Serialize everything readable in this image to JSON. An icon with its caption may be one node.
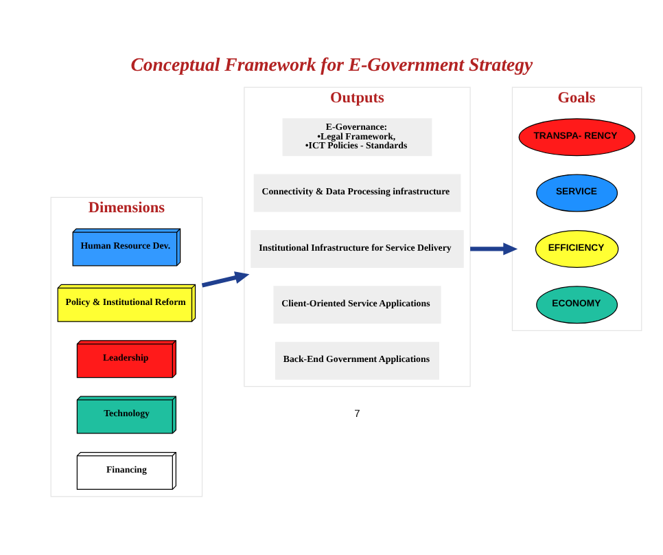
{
  "diagram": {
    "title": "Conceptual Framework for E-Government Strategy",
    "nodes": [
      {
        "text": [
          "Dimensions"
        ]
      },
      {
        "text": [
          "Leadership"
        ],
        "in": 0
      },
      {
        "text": [
          "Human Resource Dev."
        ],
        "in": 0
      },
      {
        "text": [
          "Policy & Institutional Reform"
        ],
        "in": 0
      },
      {
        "text": [
          "Technology"
        ],
        "in": 0
      },
      {
        "text": [
          "Financing"
        ],
        "in": 0
      },
      {
        "text": [
          "Outputs"
        ]
      },
      {
        "text": [
          "E-Governance:",
          "•Legal Framework,",
          "•ICT Policies - Standards"
        ],
        "in": 6
      },
      {
        "text": [
          "Connectivity & Data Processing infrastructure"
        ],
        "in": 6
      },
      {
        "text": [
          "Institutional Infrastructure for Service Delivery"
        ],
        "in": 6
      },
      {
        "text": [
          "Client-Oriented Service Applications"
        ],
        "in": 6
      },
      {
        "text": [
          "Back-End Government Applications"
        ],
        "in": 6
      },
      {
        "text": [
          "Goals"
        ]
      },
      {
        "text": [
          "TRANSPA- RENCY"
        ],
        "in": 12
      },
      {
        "text": [
          "SERVICE"
        ],
        "in": 12
      },
      {
        "text": [
          "EFFICIENCY"
        ],
        "in": 12
      },
      {
        "text": [
          "ECONOMY"
        ],
        "in": 12
      }
    ],
    "edges": [
      {
        "from": 0,
        "to": 6,
        "arrow": "to"
      },
      {
        "from": 6,
        "to": 12,
        "arrow": "to"
      }
    ],
    "labels": [
      "7"
    ]
  }
}
